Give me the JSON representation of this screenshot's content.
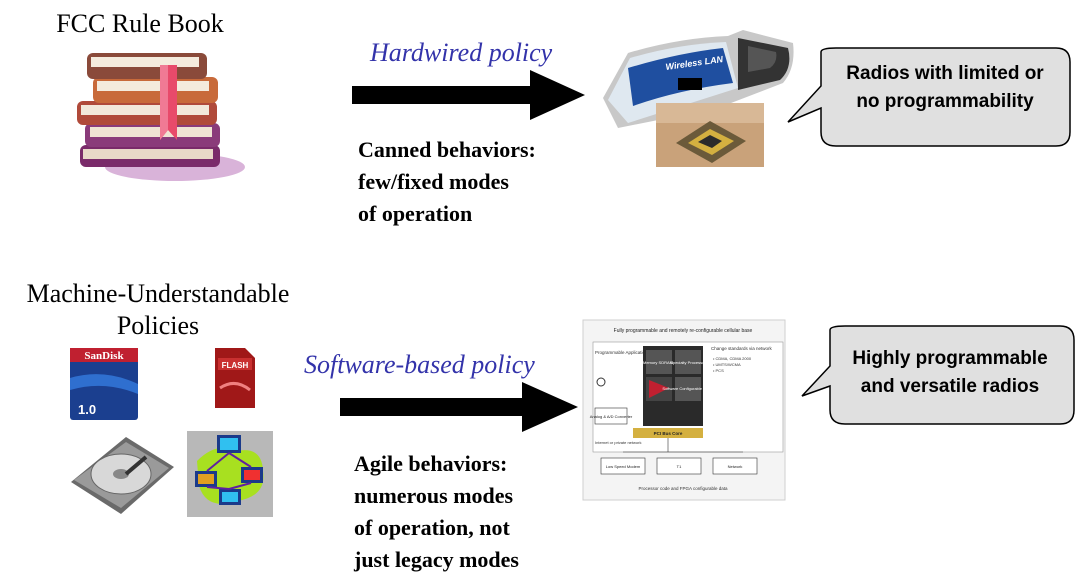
{
  "top": {
    "source_title": "FCC Rule Book",
    "policy_label": "Hardwired policy",
    "behaviors": [
      "Canned behaviors:",
      "few/fixed modes",
      "of operation"
    ],
    "bubble": [
      "Radios with limited or",
      "no programmability"
    ],
    "card_text": "Wireless LAN"
  },
  "bottom": {
    "source_title": [
      "Machine-Understandable",
      "Policies"
    ],
    "policy_label": "Software-based policy",
    "behaviors": [
      "Agile behaviors:",
      "numerous modes",
      "of operation, not",
      "just legacy modes"
    ],
    "bubble": [
      "Highly programmable",
      "and versatile radios"
    ],
    "sandisk_label": "SanDisk",
    "sandisk_size": "1.0",
    "flash_label": "FLASH",
    "board": {
      "title": "Fully programmable and remotely re-configurable cellular base",
      "blocks": [
        "Programmable Application Independent Platform",
        "Memory SDRAM",
        "Specialty Processor",
        "Change standards via network",
        "Analog & A/D Converter",
        "Software Configurable Radio",
        "PCI Bus Core",
        "Internet or private network",
        "Low Speed Modem",
        "T1",
        "Network",
        "Processor code and FPGA configurable data"
      ],
      "standards": [
        "• CDMA, CDMA 2000",
        "• UMTS/WCMA",
        "• PCS"
      ]
    }
  },
  "colors": {
    "policy_text": "#3333aa",
    "bubble_fill": "#e0e0e0",
    "arrow": "#000000"
  }
}
